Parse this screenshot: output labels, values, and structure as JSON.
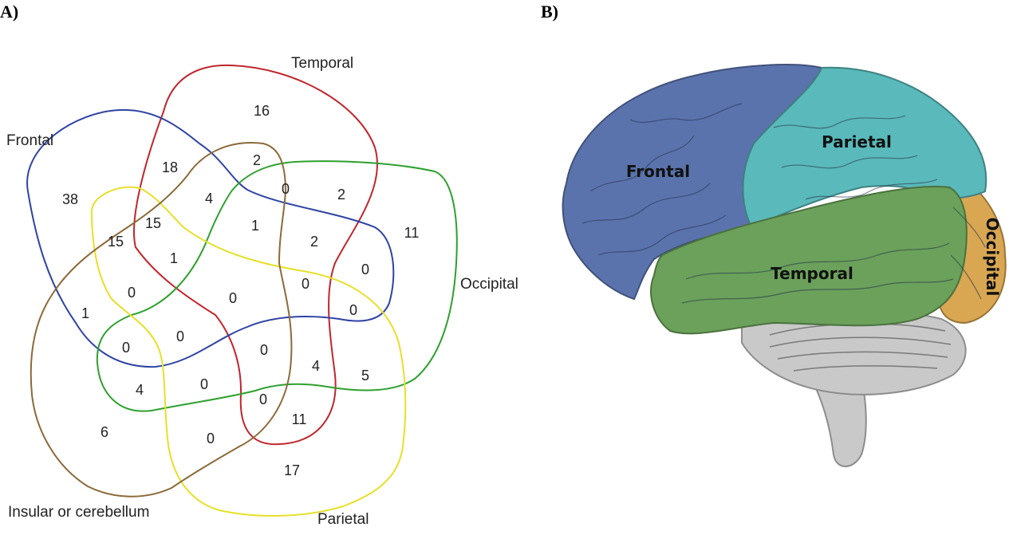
{
  "panels": {
    "a": "A)",
    "b": "B)"
  },
  "venn": {
    "sets": {
      "frontal": {
        "label": "Frontal",
        "color": "#2f43a3"
      },
      "temporal": {
        "label": "Temporal",
        "color": "#c0262d"
      },
      "occipital": {
        "label": "Occipital",
        "color": "#2ea02e"
      },
      "parietal": {
        "label": "Parietal",
        "color": "#e6e02a"
      },
      "insular": {
        "label": "Insular or cerebellum",
        "color": "#8b6a3a"
      }
    },
    "counts": [
      "16",
      "18",
      "2",
      "38",
      "4",
      "0",
      "2",
      "11",
      "15",
      "15",
      "1",
      "2",
      "1",
      "0",
      "0",
      "0",
      "0",
      "0",
      "1",
      "0",
      "0",
      "0",
      "4",
      "5",
      "4",
      "0",
      "0",
      "6",
      "0",
      "11",
      "17"
    ]
  },
  "brain": {
    "labels": {
      "frontal": "Frontal",
      "parietal": "Parietal",
      "temporal": "Temporal",
      "occipital": "Occipital"
    },
    "colors": {
      "frontal": "#5b73ad",
      "parietal": "#5ab9ba",
      "temporal": "#6ba15a",
      "occipital": "#d9a752",
      "cerebellum": "#c9c9c9"
    }
  }
}
